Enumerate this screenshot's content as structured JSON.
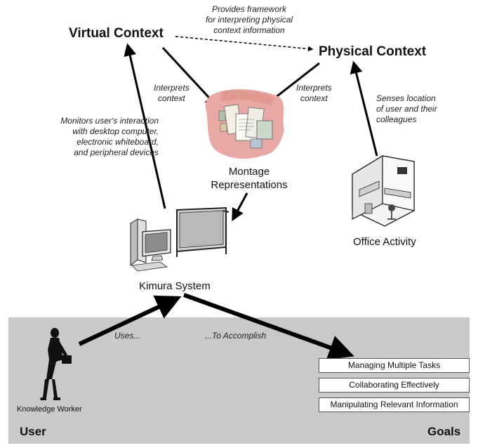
{
  "nodes": {
    "virtual_context": "Virtual Context",
    "physical_context": "Physical Context",
    "montage": [
      "Montage",
      "Representations"
    ],
    "office_activity": "Office Activity",
    "kimura_system": "Kimura System",
    "knowledge_worker": "Knowledge Worker"
  },
  "annotations": {
    "framework": [
      "Provides framework",
      "for interpreting physical",
      "context information"
    ],
    "interprets_left": [
      "Interprets",
      "context"
    ],
    "interprets_right": [
      "Interprets",
      "context"
    ],
    "monitors": [
      "Monitors user's interaction",
      "with desktop computer,",
      "electronic whiteboard,",
      "and peripheral devices"
    ],
    "senses": [
      "Senses location",
      "of user and their",
      "colleagues"
    ],
    "uses": "Uses...",
    "accomplish": "...To Accomplish"
  },
  "goals": [
    "Managing Multiple Tasks",
    "Collaborating Effectively",
    "Manipulating Relevant Information"
  ],
  "corners": {
    "user": "User",
    "goals": "Goals"
  },
  "colors": {
    "band": "#c8c9ca",
    "arrow": "#000000",
    "montage_blot": "#e8a9a4"
  }
}
